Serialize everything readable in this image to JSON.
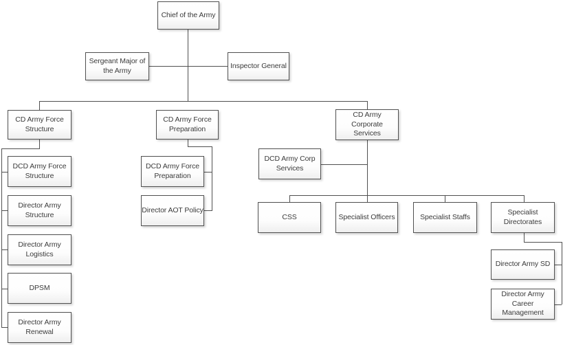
{
  "chart": {
    "type": "org-chart",
    "root": "Chief of the Army"
  },
  "colors": {
    "background": "#ffffff",
    "box_border": "#4f4f4f",
    "box_fill_top": "#ffffff",
    "box_fill_bottom": "#efefef",
    "connector_line": "#4f4f4f",
    "text": "#3b3b3b"
  },
  "nodes": [
    {
      "id": "chief-of-the-army",
      "label": "Chief of the Army"
    },
    {
      "id": "sergeant-major",
      "label": "Sergeant Major of the Army"
    },
    {
      "id": "inspector-general",
      "label": "Inspector General"
    },
    {
      "id": "cd-army-force-structure",
      "label": "CD Army Force Structure"
    },
    {
      "id": "cd-army-force-preparation",
      "label": "CD Army Force Preparation"
    },
    {
      "id": "cd-army-corporate-services",
      "label": "CD Army Corporate Services"
    },
    {
      "id": "dcd-army-force-structure",
      "label": "DCD Army Force Structure"
    },
    {
      "id": "director-army-structure",
      "label": "Director Army Structure"
    },
    {
      "id": "director-army-logistics",
      "label": "Director Army Logistics"
    },
    {
      "id": "dpsm",
      "label": "DPSM"
    },
    {
      "id": "director-army-renewal",
      "label": "Director Army Renewal"
    },
    {
      "id": "dcd-army-force-preparation",
      "label": "DCD Army Force Preparation"
    },
    {
      "id": "director-aot-policy",
      "label": "Director AOT Policy"
    },
    {
      "id": "dcd-army-corp-services",
      "label": "DCD Army Corp Services"
    },
    {
      "id": "css",
      "label": "CSS"
    },
    {
      "id": "specialist-officers",
      "label": "Specialist Officers"
    },
    {
      "id": "specialist-staffs",
      "label": "Specialist Staffs"
    },
    {
      "id": "specialist-directorates",
      "label": "Specialist Directorates"
    },
    {
      "id": "director-army-sd",
      "label": "Director Army SD"
    },
    {
      "id": "director-army-career-management",
      "label": "Director Army Career Management"
    }
  ]
}
